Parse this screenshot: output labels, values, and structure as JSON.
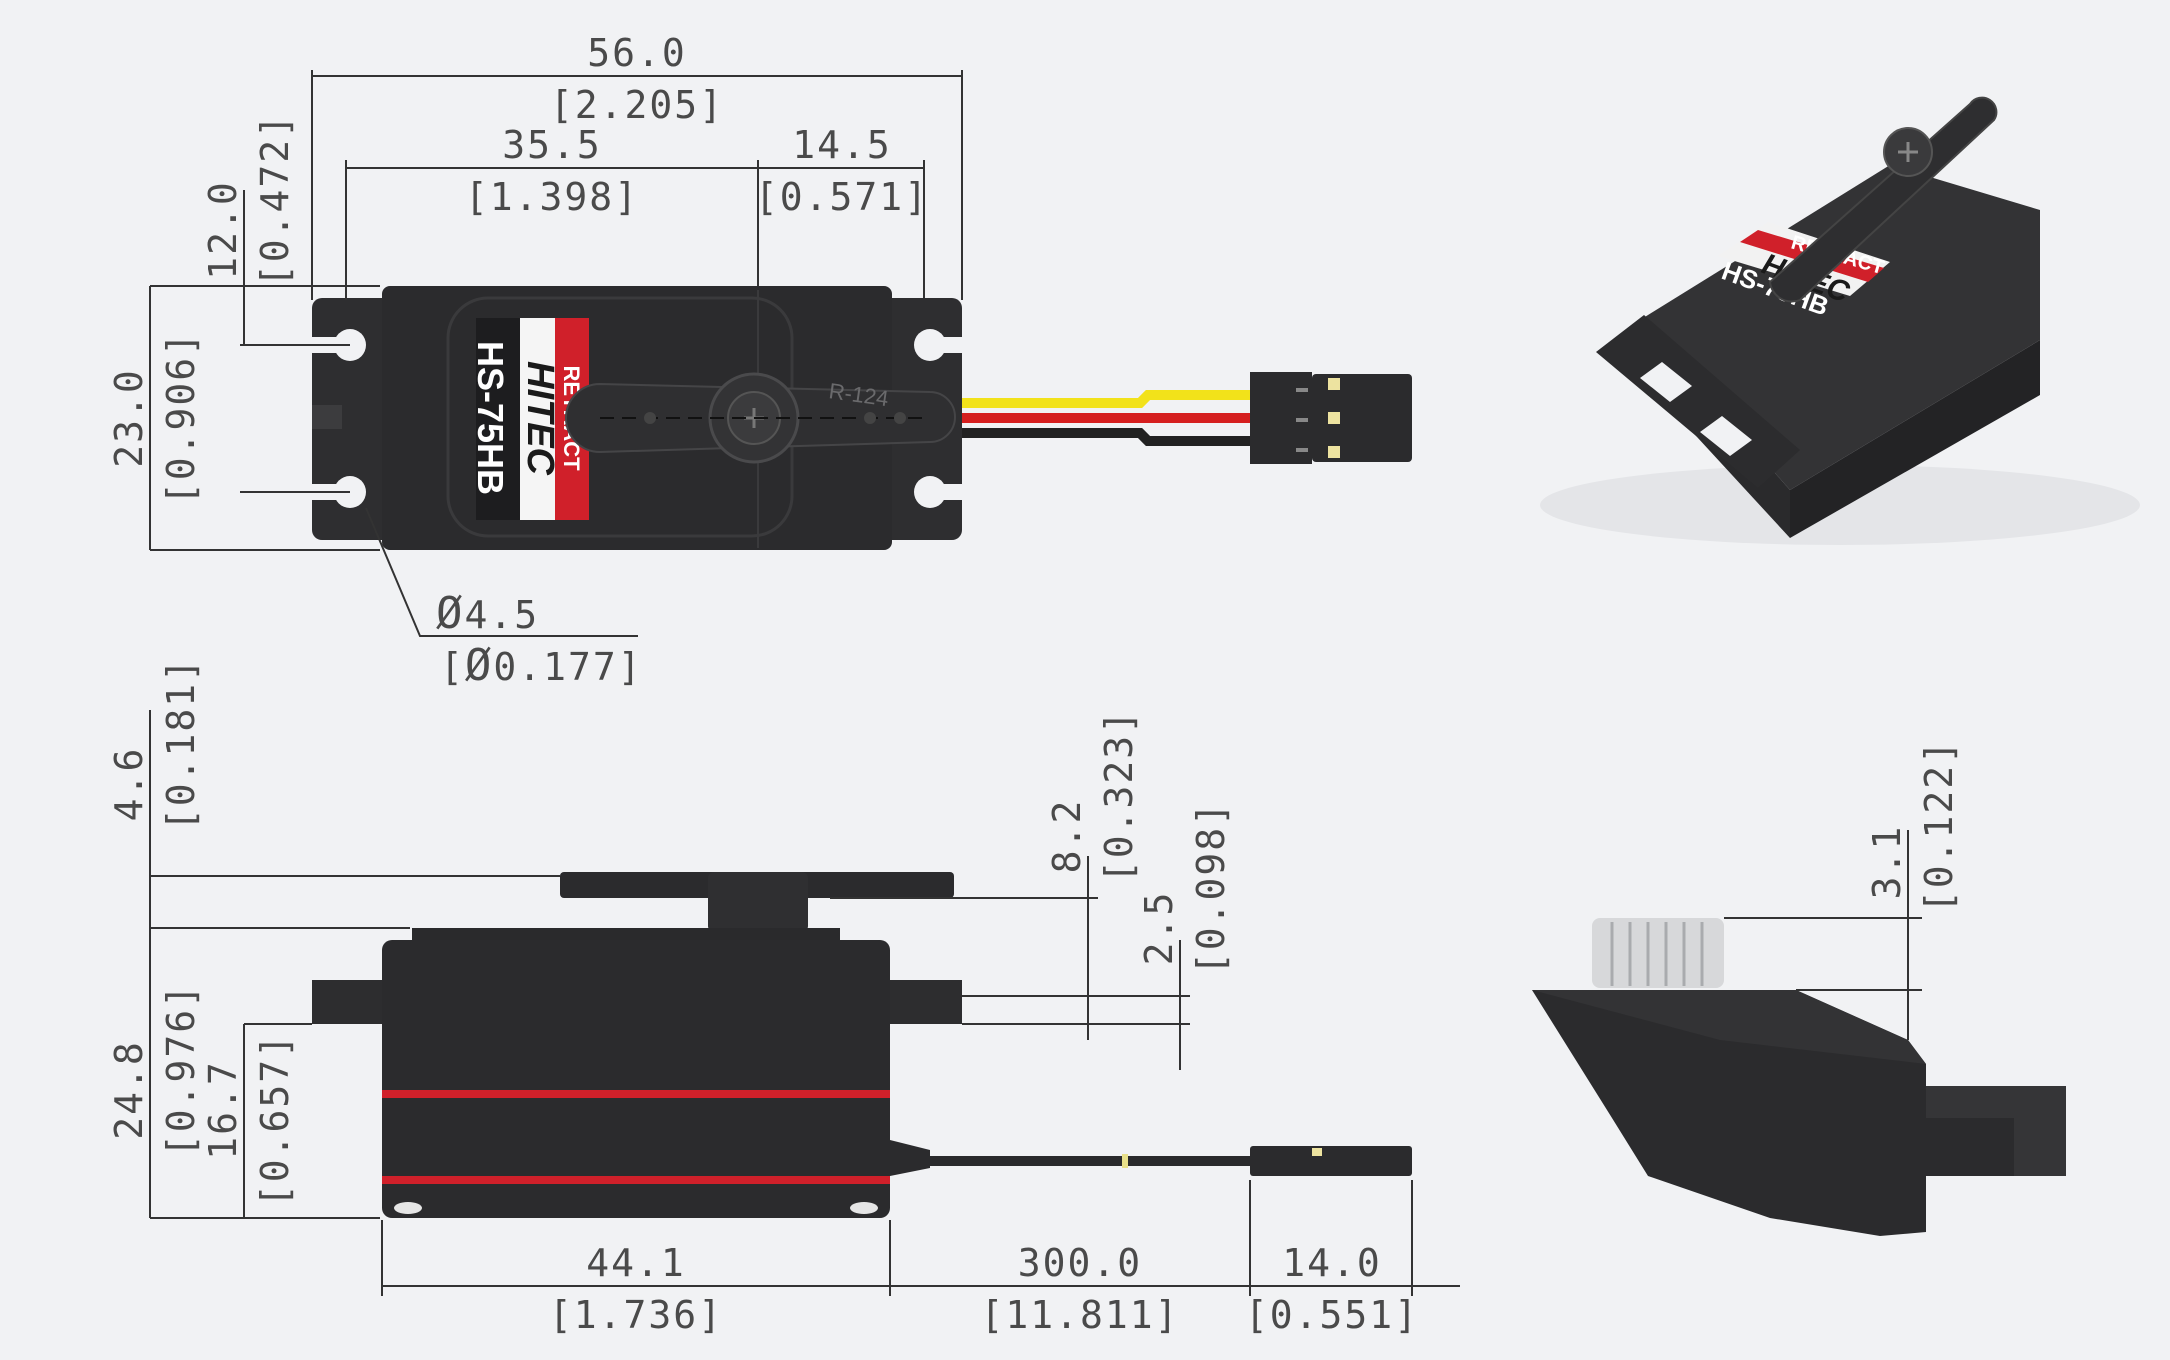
{
  "product": {
    "brand": "HITEC",
    "model": "HS-75HB",
    "series_label": "RETRACT",
    "horn_marking": "R-124"
  },
  "colors": {
    "background": "#f1f2f4",
    "body": "#2b2b2d",
    "accent_red": "#d0202a",
    "wire_yellow": "#f2e21a",
    "wire_red": "#d51f1f",
    "wire_black": "#222222",
    "dimension_line": "#333333"
  },
  "top_view": {
    "overall_length": {
      "mm": "56.0",
      "in": "[2.205]"
    },
    "body_to_shaft": {
      "mm": "35.5",
      "in": "[1.398]"
    },
    "shaft_to_end": {
      "mm": "14.5",
      "in": "[0.571]"
    },
    "flange_offset": {
      "mm": "12.0",
      "in": "[0.472]"
    },
    "body_width": {
      "mm": "23.0",
      "in": "[0.906]"
    },
    "hole_diameter": {
      "mm": "4.5",
      "in": "0.177",
      "diameter_symbol": "Ø",
      "in_open": "[",
      "in_close": "]"
    }
  },
  "side_view": {
    "horn_height": {
      "mm": "4.6",
      "in": "[0.181]"
    },
    "shaft_height": {
      "mm": "8.2",
      "in": "[0.323]"
    },
    "flange_thickness": {
      "mm": "2.5",
      "in": "[0.098]"
    },
    "total_height": {
      "mm": "24.8",
      "in": "[0.976]"
    },
    "flange_height": {
      "mm": "16.7",
      "in": "[0.657]"
    },
    "body_length": {
      "mm": "44.1",
      "in": "[1.736]"
    },
    "cable_length": {
      "mm": "300.0",
      "in": "[11.811]"
    },
    "connector_length": {
      "mm": "14.0",
      "in": "[0.551]"
    }
  },
  "end_view": {
    "spline_height": {
      "mm": "3.1",
      "in": "[0.122]"
    }
  }
}
